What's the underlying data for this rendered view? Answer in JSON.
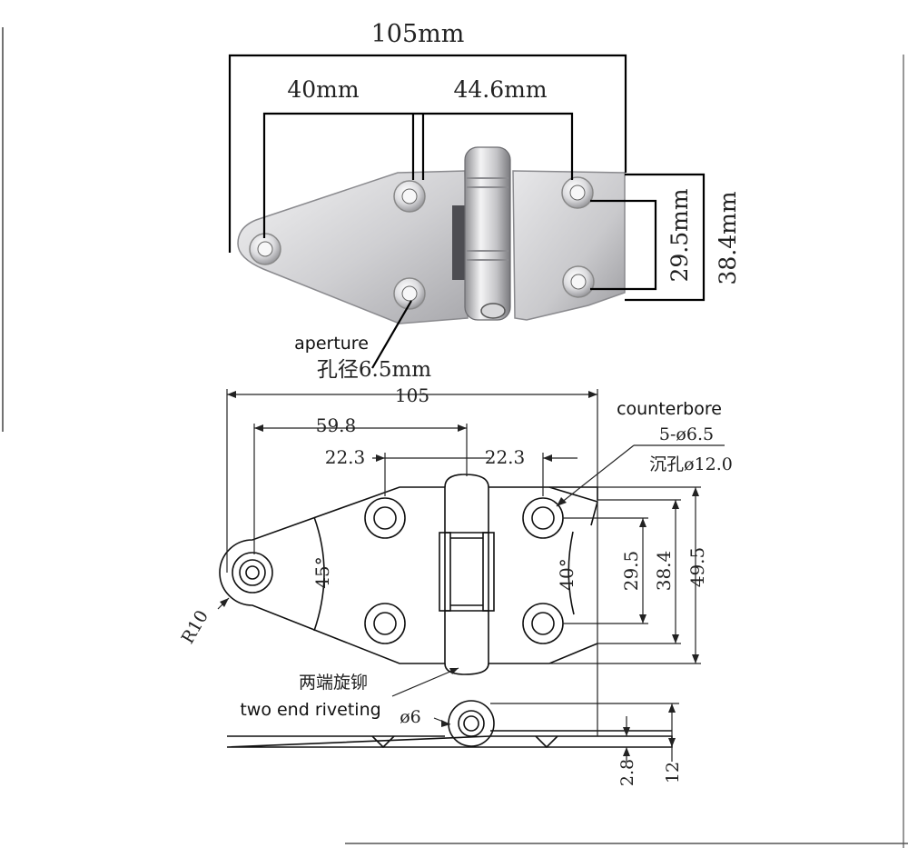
{
  "photo_dims": {
    "overall_length": "105mm",
    "left_hole_span": "40mm",
    "right_hole_span": "44.6mm",
    "hole_spacing_vertical": "29.5mm",
    "leaf_height": "38.4mm",
    "aperture_label_en": "aperture",
    "aperture_label_cn": "孔径6.5mm"
  },
  "drawing_dims": {
    "overall_length": "105",
    "tip_to_hole": "59.8",
    "left_hole_offset": "22.3",
    "right_hole_offset": "22.3",
    "counterbore_en": "counterbore",
    "counterbore_spec": "5-ø6.5",
    "counterbore_cn": "沉孔ø12.0",
    "left_angle": "45°",
    "right_angle": "40°",
    "hole_spacing": "29.5",
    "leaf_height": "38.4",
    "overall_height": "49.5",
    "radius": "R10",
    "riveting_cn": "两端旋铆",
    "riveting_en": "two end riveting",
    "pin_diameter": "ø6",
    "thickness": "2.8",
    "knuckle_height": "12"
  },
  "colors": {
    "steel_light": "#e4e4e6",
    "steel_mid": "#b9b9bd",
    "steel_dark": "#7d7d82",
    "line": "#000000"
  }
}
